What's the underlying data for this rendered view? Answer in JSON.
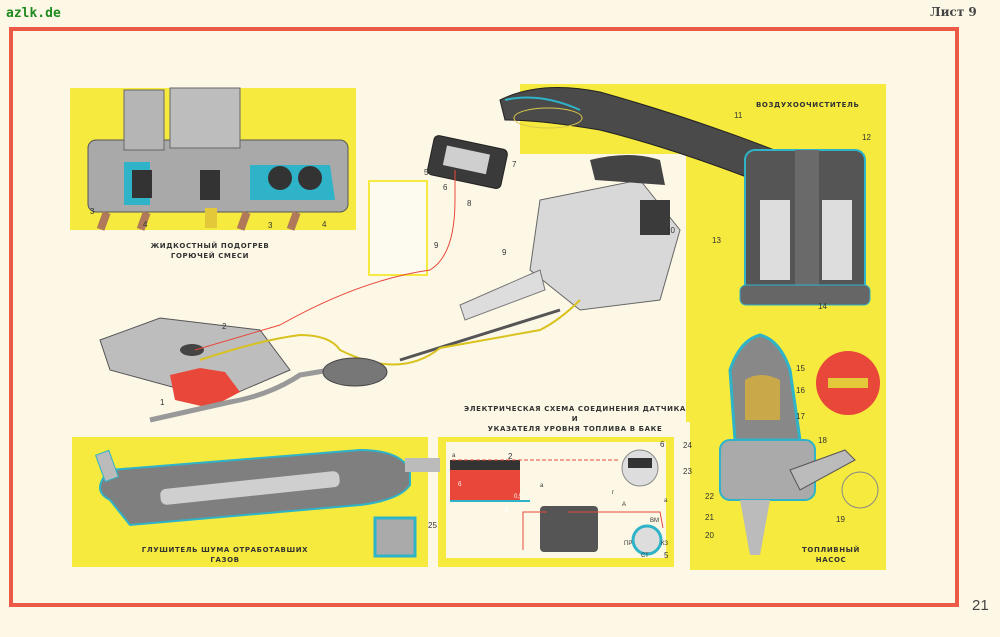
{
  "header": {
    "site_label": "azlk.de",
    "sheet_label": "Лист 9"
  },
  "footer": {
    "page_number": "21"
  },
  "captions": {
    "intake_heating": [
      "ЖИДКОСТНЫЙ   ПОДОГРЕВ",
      "ГОРЮЧЕЙ  СМЕСИ"
    ],
    "air_cleaner": "ВОЗДУХООЧИСТИТЕЛЬ",
    "electrical_scheme": [
      "ЭЛЕКТРИЧЕСКАЯ СХЕМА СОЕДИНЕНИЯ ДАТЧИКА И",
      "УКАЗАТЕЛЯ УРОВНЯ ТОПЛИВА В БАКЕ"
    ],
    "muffler": "ГЛУШИТЕЛЬ ШУМА ОТРАБОТАВШИХ ГАЗОВ",
    "fuel_pump": "ТОПЛИВНЫЙ НАСОС"
  },
  "callouts": {
    "manifold": [
      "3",
      "4",
      "3",
      "4"
    ],
    "engine": [
      "5",
      "6",
      "7",
      "8",
      "9",
      "10",
      "9"
    ],
    "air_cleaner": [
      "11",
      "12",
      "13",
      "14"
    ],
    "tank": [
      "1",
      "2"
    ],
    "pump": [
      "15",
      "16",
      "17",
      "18",
      "19",
      "20",
      "21",
      "22",
      "23",
      "24"
    ],
    "muffler_mount": "25",
    "scheme": {
      "letters": [
        "а",
        "2",
        "б",
        "а",
        "0,5",
        "0",
        "6",
        "г",
        "А",
        "а",
        "ВМ",
        "ПР",
        "КЗ",
        "СТ",
        "5"
      ]
    }
  },
  "colors": {
    "frame": "#ec5a45",
    "panel": "#f5ea3d",
    "paper": "#fdf8e6",
    "coolant": "#2fb3c8",
    "fuel_red": "#e8473a",
    "metal": "#8c8c8c"
  }
}
